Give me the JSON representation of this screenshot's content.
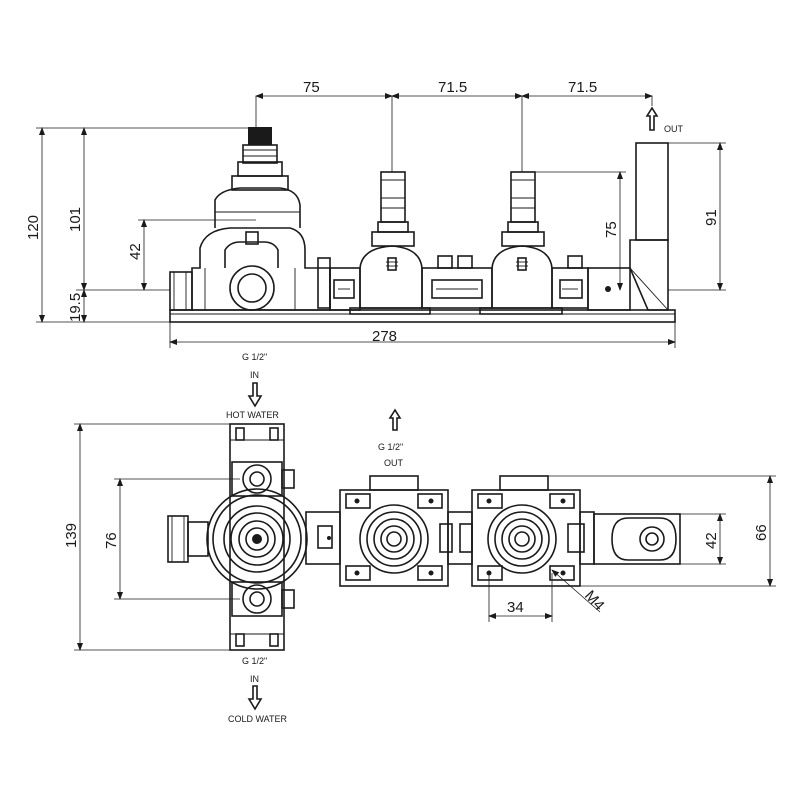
{
  "dimensions": {
    "top_75": "75",
    "top_71_5_a": "71.5",
    "top_71_5_b": "71.5",
    "h_120": "120",
    "h_101": "101",
    "h_42": "42",
    "h_19_5": "19.5",
    "w_278": "278",
    "h_75": "75",
    "h_91": "91",
    "h_139": "139",
    "h_76": "76",
    "h_42b": "42",
    "h_66": "66",
    "w_34": "34",
    "thread_m4": "M4"
  },
  "labels": {
    "out_top": "OUT",
    "g_half_in_top": "G 1/2\"",
    "in_top": "IN",
    "hot_water": "HOT WATER",
    "g_half_out": "G 1/2\"",
    "out_mid": "OUT",
    "g_half_in_bottom": "G 1/2\"",
    "in_bottom": "IN",
    "cold_water": "COLD WATER"
  }
}
